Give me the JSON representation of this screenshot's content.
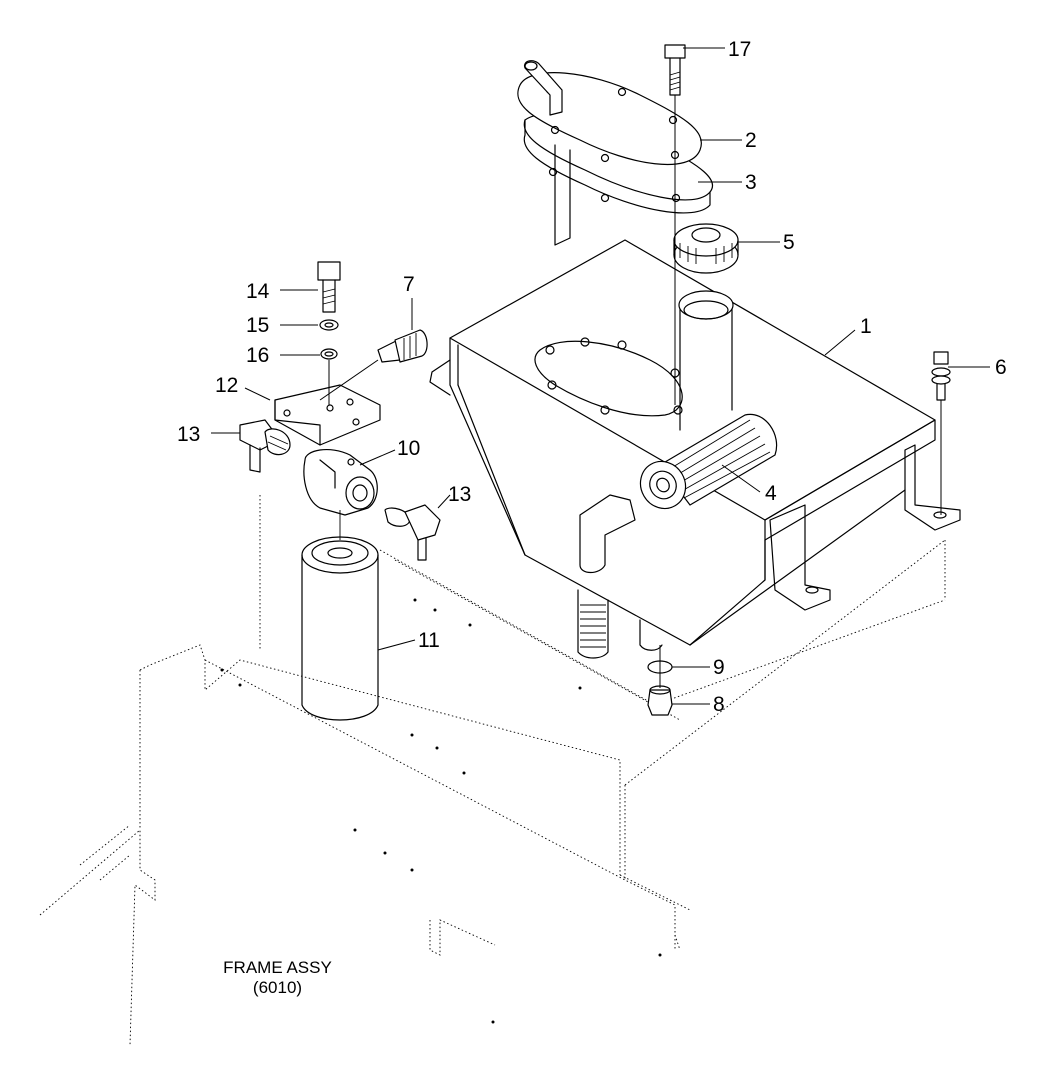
{
  "diagram": {
    "callouts": [
      {
        "id": "c1",
        "text": "1"
      },
      {
        "id": "c2",
        "text": "2"
      },
      {
        "id": "c3",
        "text": "3"
      },
      {
        "id": "c4",
        "text": "4"
      },
      {
        "id": "c5",
        "text": "5"
      },
      {
        "id": "c6",
        "text": "6"
      },
      {
        "id": "c7",
        "text": "7"
      },
      {
        "id": "c8",
        "text": "8"
      },
      {
        "id": "c9",
        "text": "9"
      },
      {
        "id": "c10",
        "text": "10"
      },
      {
        "id": "c11",
        "text": "11"
      },
      {
        "id": "c12",
        "text": "12"
      },
      {
        "id": "c13a",
        "text": "13"
      },
      {
        "id": "c13b",
        "text": "13"
      },
      {
        "id": "c14",
        "text": "14"
      },
      {
        "id": "c15",
        "text": "15"
      },
      {
        "id": "c16",
        "text": "16"
      },
      {
        "id": "c17",
        "text": "17"
      }
    ],
    "frame_label": {
      "line1": "FRAME ASSY",
      "line2": "(6010)"
    }
  }
}
